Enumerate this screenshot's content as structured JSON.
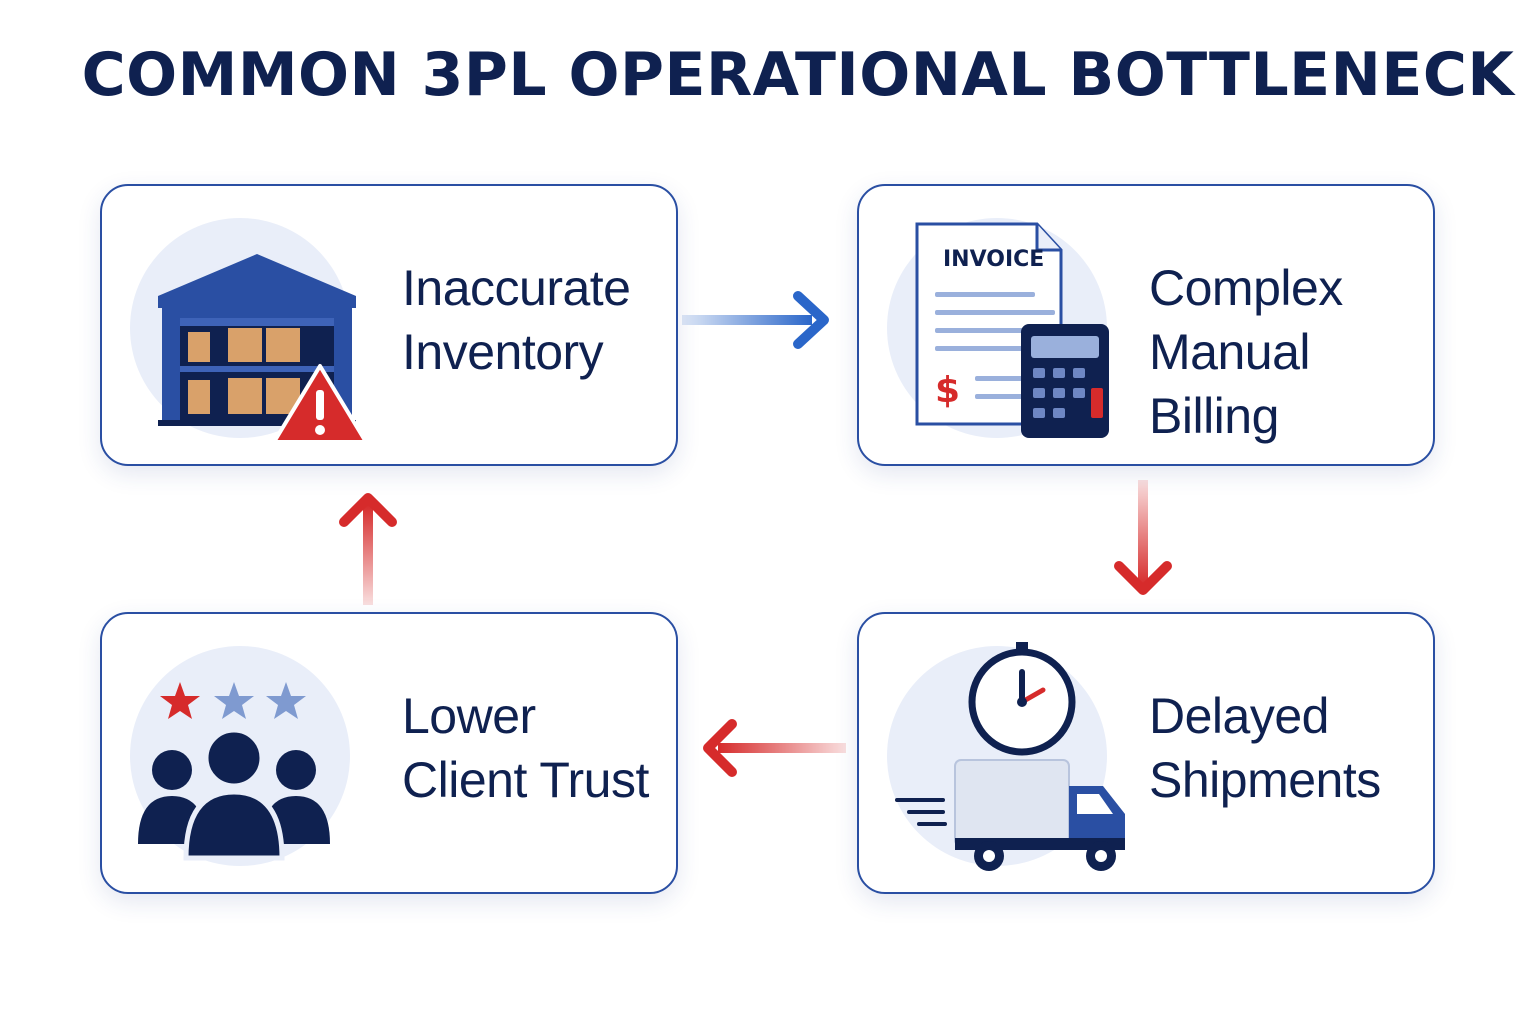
{
  "title": "COMMON 3PL OPERATIONAL BOTTLENECK",
  "colors": {
    "navy": "#0f2150",
    "blue": "#2a4fa3",
    "red": "#d62b2b",
    "disc": "#e9eef9"
  },
  "cards": [
    {
      "line1": "Inaccurate",
      "line2": "Inventory",
      "icon": "warehouse-warning-icon"
    },
    {
      "line1": "Complex",
      "line2": "Manual Billing",
      "icon": "invoice-calculator-icon",
      "invoice_label": "INVOICE",
      "currency": "$"
    },
    {
      "line1": "Delayed",
      "line2": "Shipments",
      "icon": "clock-truck-icon"
    },
    {
      "line1": "Lower",
      "line2": "Client Trust",
      "icon": "rating-people-icon"
    }
  ]
}
